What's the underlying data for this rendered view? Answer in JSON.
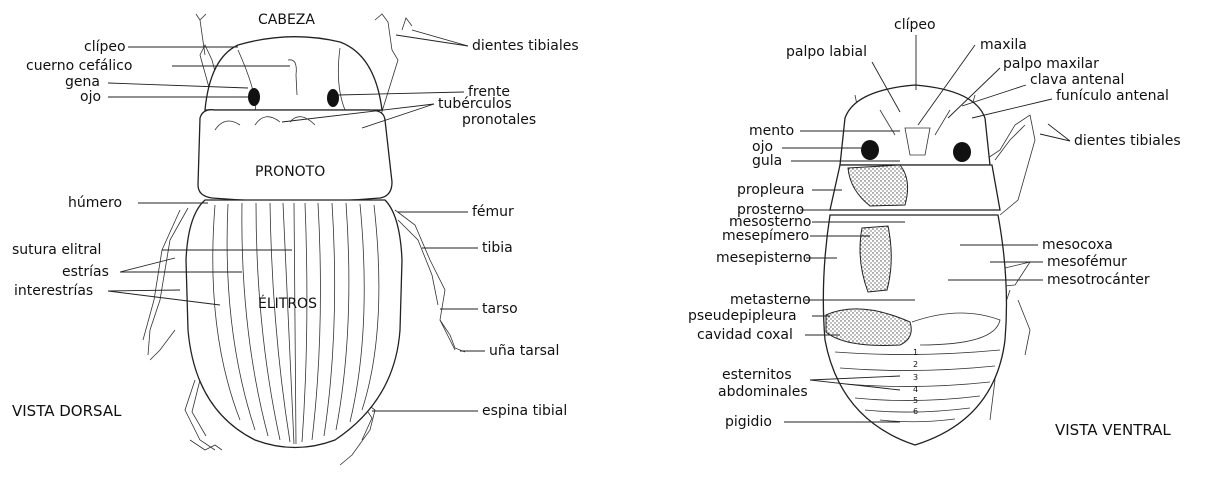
{
  "dorsal": {
    "view_title": "VISTA DORSAL",
    "head_title": "CABEZA",
    "pronotum_title": "PRONOTO",
    "elytra_title": "ÉLITROS",
    "left_labels": [
      "clípeo",
      "cuerno cefálico",
      "gena",
      "ojo",
      "húmero",
      "sutura elitral",
      "estrías",
      "interestrías"
    ],
    "right_labels": [
      "dientes tibiales",
      "frente",
      "tubérculos",
      "pronotales",
      "fémur",
      "tibia",
      "tarso",
      "uña tarsal",
      "espina tibial"
    ]
  },
  "ventral": {
    "view_title": "VISTA VENTRAL",
    "top_labels": [
      "clípeo",
      "palpo labial",
      "maxila",
      "palpo maxilar",
      "clava antenal",
      "funículo antenal"
    ],
    "left_labels": [
      "mento",
      "ojo",
      "gula",
      "propleura",
      "prosterno",
      "mesosterno",
      "mesepímero",
      "mesepisterno",
      "metasterno",
      "pseudepipleura",
      "cavidad coxal",
      "esternitos",
      "abdominales",
      "pigidio"
    ],
    "right_labels": [
      "dientes tibiales",
      "mesocoxa",
      "mesofémur",
      "mesotrocánter"
    ],
    "sternite_numbers": [
      "1",
      "2",
      "3",
      "4",
      "5",
      "6"
    ]
  },
  "colors": {
    "ink": "#111111",
    "background": "#ffffff"
  }
}
